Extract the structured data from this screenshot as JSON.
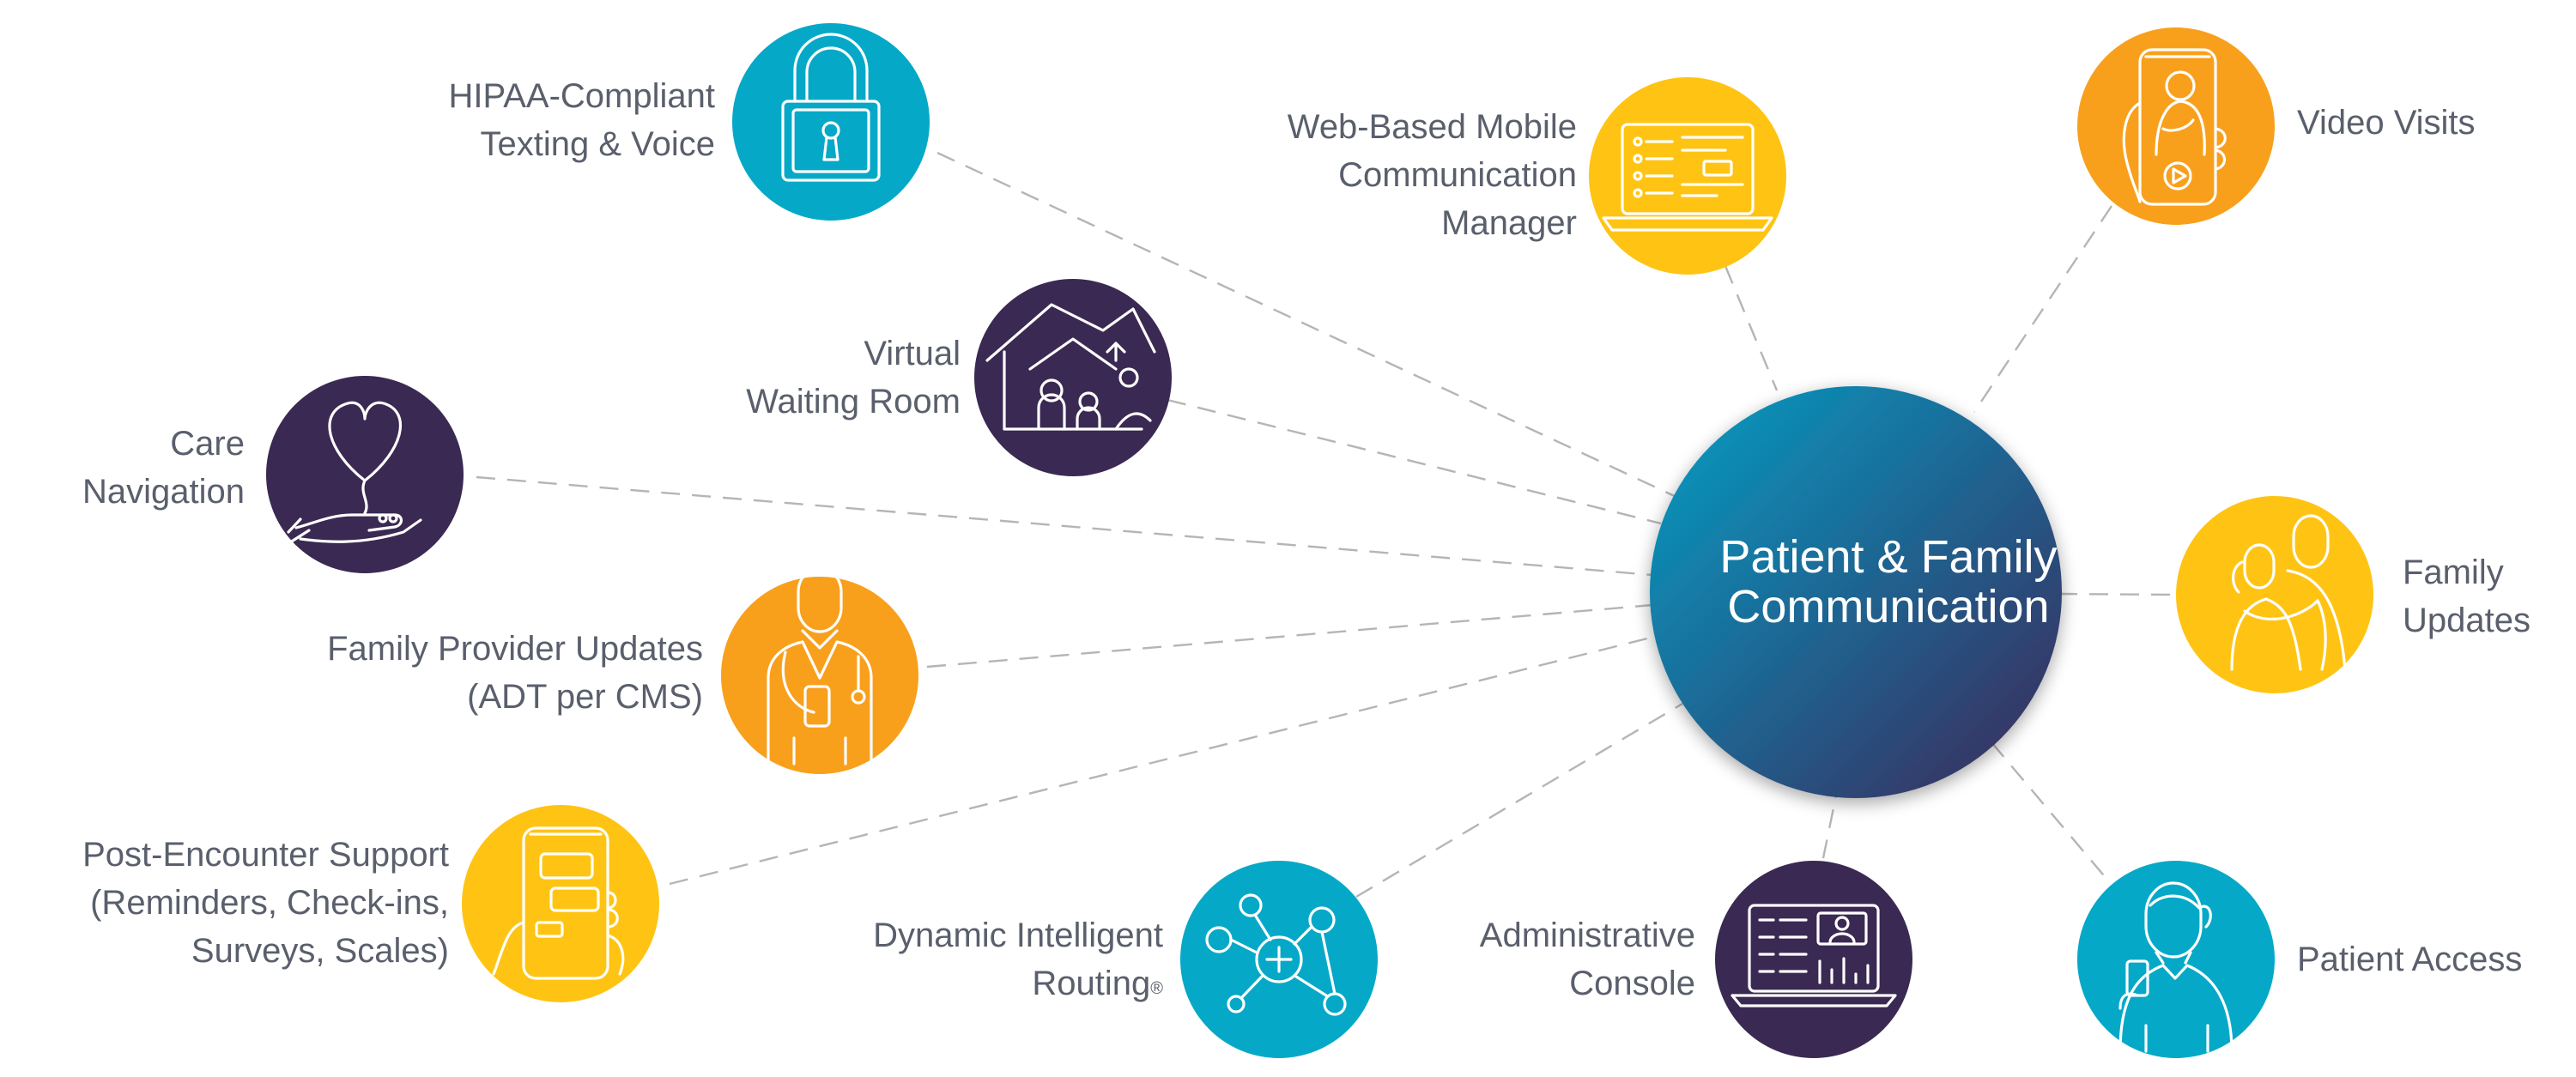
{
  "colors": {
    "teal": "#05a9c7",
    "yellow": "#ffc413",
    "orange": "#f8a01c",
    "purple": "#3a2952",
    "connector": "#b5b5b5",
    "label_text": "#5a5f6c",
    "hub_gradient_start": "#049fc4",
    "hub_gradient_end": "#3d2757"
  },
  "hub": {
    "lines": [
      "Patient & Family",
      "Communication"
    ]
  },
  "nodes": {
    "hipaa": {
      "lines": [
        "HIPAA-Compliant",
        "Texting & Voice"
      ],
      "icon": "padlock-icon",
      "color": "teal"
    },
    "virtual_waiting": {
      "lines": [
        "Virtual",
        "Waiting Room"
      ],
      "icon": "house-waiting-room-icon",
      "color": "purple"
    },
    "care_navigation": {
      "lines": [
        "Care",
        "Navigation"
      ],
      "icon": "heart-in-hand-icon",
      "color": "purple"
    },
    "family_provider": {
      "lines": [
        "Family Provider Updates",
        "(ADT per CMS)"
      ],
      "icon": "doctor-with-phone-icon",
      "color": "orange"
    },
    "post_encounter": {
      "lines": [
        "Post-Encounter Support",
        "(Reminders, Check-ins,",
        "Surveys, Scales)"
      ],
      "icon": "phone-chat-icon",
      "color": "yellow"
    },
    "dynamic_routing": {
      "lines": [
        "Dynamic Intelligent",
        "Routing"
      ],
      "trademark": "®",
      "icon": "routing-network-icon",
      "color": "teal"
    },
    "admin_console": {
      "lines": [
        "Administrative",
        "Console"
      ],
      "icon": "laptop-dashboard-icon",
      "color": "purple"
    },
    "web_mobile": {
      "lines": [
        "Web-Based Mobile",
        "Communication",
        "Manager"
      ],
      "icon": "laptop-list-icon",
      "color": "yellow"
    },
    "video_visits": {
      "lines": [
        "Video Visits"
      ],
      "icon": "phone-video-icon",
      "color": "orange"
    },
    "family_updates": {
      "lines": [
        "Family",
        "Updates"
      ],
      "icon": "family-hug-icon",
      "color": "yellow"
    },
    "patient_access": {
      "lines": [
        "Patient Access"
      ],
      "icon": "person-phone-icon",
      "color": "teal"
    }
  }
}
